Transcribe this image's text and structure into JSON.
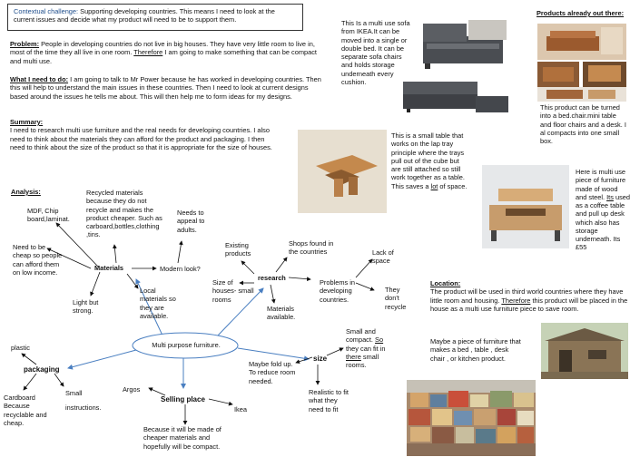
{
  "context": {
    "label": "Contextual challenge:",
    "text": " Supporting developing countries. This means I need to look at the current issues and decide what my product will need to be to support them."
  },
  "problem": {
    "label": "Problem:",
    "text_a": " People in developing countries do not live in big houses. They have very little room to live in, most of the time they all live in one room. ",
    "text_u": "Therefore",
    "text_b": " I am going to make something that can be compact and multi use."
  },
  "todo": {
    "label": "What I need to do:",
    "text": " I am going to talk to Mr Power because he has worked in developing countries. Then this will help to understand the main issues in these countries. Then I need to look at current designs based around the issues he tells me about. This will then help me to form ideas for my designs."
  },
  "summary": {
    "label": "Summary:",
    "text": "I need to research multi use furniture and the real needs for developing countries. I also need to think about the materials they can afford for the product and packaging. I then need to think about the size of the product so that it is appropriate for the size of houses."
  },
  "sofa_note": "This Is a multi use sofa from IKEA.It can be moved into a single or double bed. It can be separate sofa chairs and holds storage underneath every cushion.",
  "products_header": "Products already out there:",
  "bed_note": "This product can be turned into a bed.chair.mini table and floor chairs and a desk. I al compacts into one small box.",
  "table_note": {
    "a": "This is a small table that works on the lap tray principle where the trays pull out of the cube but are still attached so still work together as a table. This saves a ",
    "u": "lot",
    "b": " of space."
  },
  "coffee_note": {
    "a": "Here is multi use piece of furniture made of wood and steel. ",
    "u": "Its",
    "b": " used as a coffee table and pull up desk which also has storage underneath. Its £55"
  },
  "analysis_label": "Analysis:",
  "mindmap": {
    "center": "Multi purpose furniture.",
    "materials": "Materials",
    "research": "research",
    "packaging": "packaging",
    "selling": "Selling place",
    "size": "size",
    "mdf": "MDF, Chip board,laminat.",
    "cheap": "Need to be cheap so people can afford them on low income.",
    "recycled": "Recycled materials because they do not recycle and makes the product cheaper. Such as carboard,bottles,clothing ,tins.",
    "appeal": "Needs to appeal to adults.",
    "modern": "Modern look?",
    "light": "Light but strong.",
    "local": "Local materials so they are available.",
    "existing": "Existing products",
    "shops": "Shops found in the countries",
    "lack": "Lack of space",
    "houses": "Size of houses- small rooms",
    "problems": "Problems in developing countries.",
    "recycle": "They don't recycle",
    "materials_avail": "Materials available.",
    "plastic": "plastic",
    "cardboard": "Cardboard Because recyclable and cheap.",
    "small": "Small",
    "instructions": "instructions.",
    "argos": "Argos",
    "ikea": "Ikea",
    "cheaper": "Because it will be made of cheaper materials and hopefully will be compact.",
    "foldup": "Maybe fold up. To reduce room needed.",
    "realistic": "Realistic to fit what they need to fit",
    "compact_a": "Small and compact. ",
    "compact_u1": "So",
    "compact_b": " they can fit in ",
    "compact_u2": "there",
    "compact_c": " small rooms."
  },
  "location": {
    "label": "Location:",
    "text_a": "The product will be used in third world countries where they have little room and housing. ",
    "text_u": "Therefore",
    "text_b": " this product will be placed in the house as a multi use furniture piece to save room.",
    "maybe": "Maybe a piece of furniture that makes a bed , table , desk chair , or kitchen product."
  }
}
